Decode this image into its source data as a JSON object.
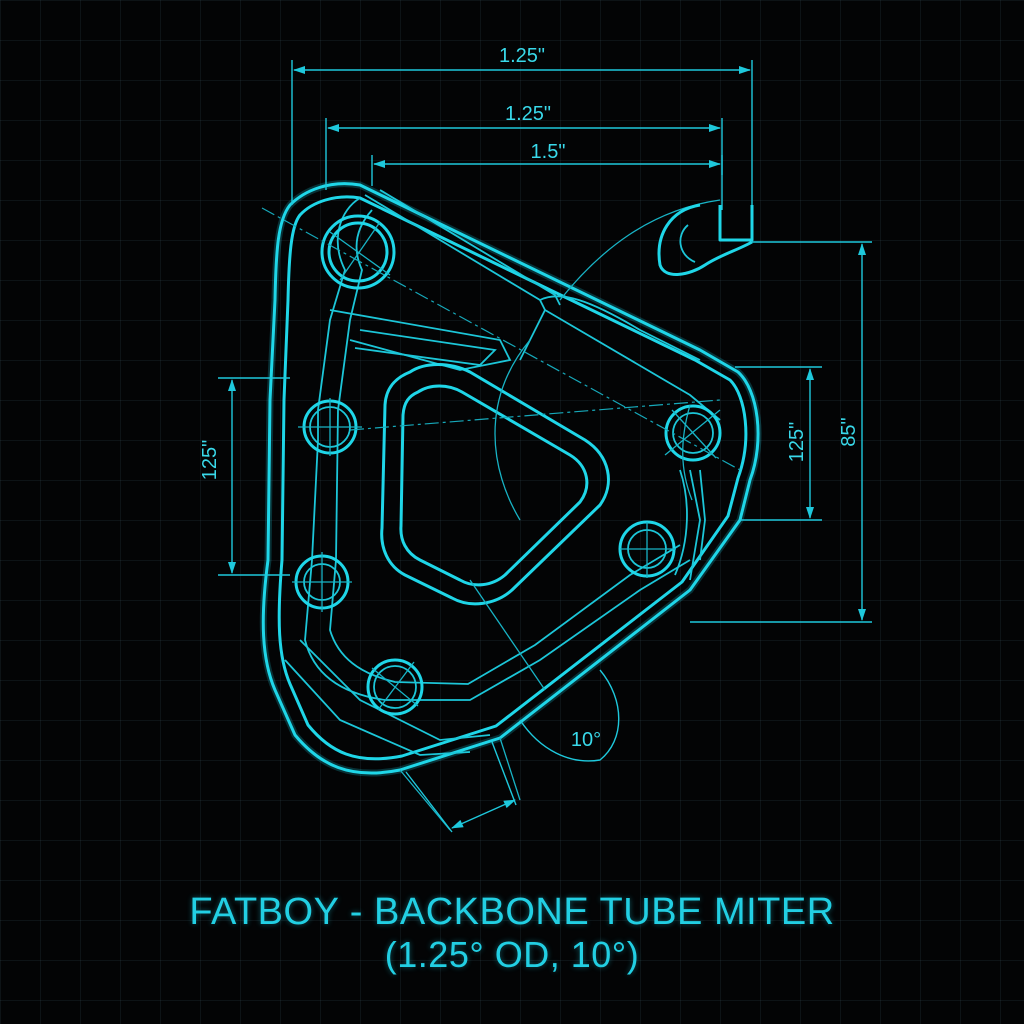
{
  "title": {
    "line1": "FATBOY - BACKBONE TUBE MITER",
    "line2": "(1.25° OD, 10°)"
  },
  "dimensions": {
    "top_outer": "1.25\"",
    "top_middle": "1.25\"",
    "top_inner": "1.5\"",
    "left_vertical": "125\"",
    "right_inner_vertical": "125\"",
    "right_outer_vertical": "85\"",
    "angle": "10°"
  },
  "colors": {
    "background": "#030405",
    "line": "#1fd6e8",
    "grid": "#1d2c30"
  }
}
